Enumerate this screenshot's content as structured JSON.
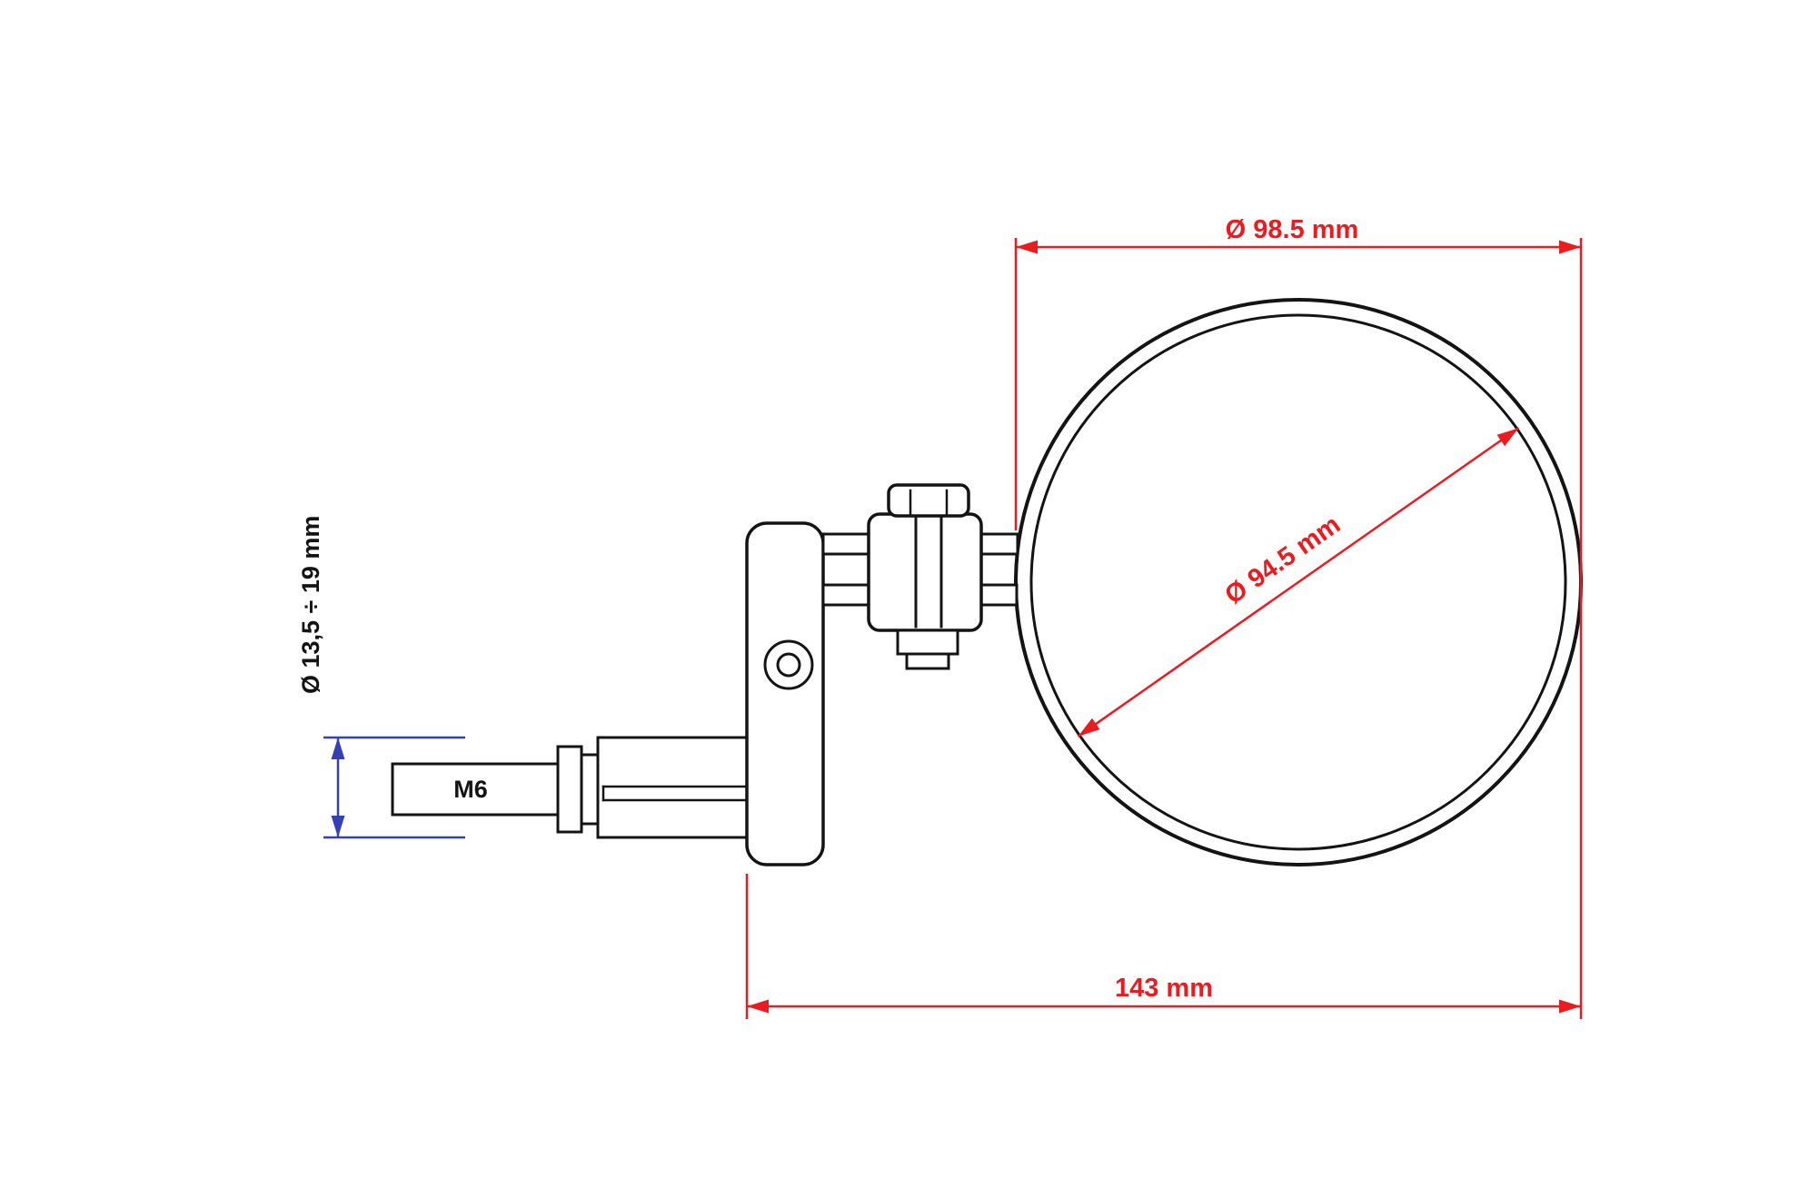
{
  "colors": {
    "background": "#ffffff",
    "line": "#141414",
    "dimension_red": "#ec1b20",
    "dimension_blue": "#3640b5"
  },
  "annotations": {
    "mirror_outer_diameter": "Ø 98.5 mm",
    "glass_diameter": "Ø 94.5 mm",
    "overall_length": "143 mm",
    "clamp_diameter_range": "Ø 13,5 ÷ 19 mm",
    "bolt_thread": "M6"
  }
}
